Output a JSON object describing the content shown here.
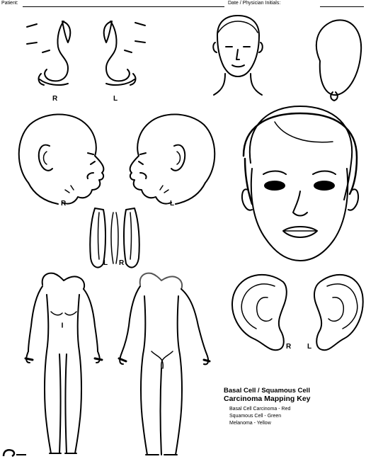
{
  "header": {
    "patient_label": "Patient:",
    "date_label": "Date / Physician Initials:"
  },
  "side_labels": {
    "right": "R",
    "left": "L"
  },
  "key": {
    "title": "Basal Cell / Squamous Cell",
    "subtitle": "Carcinoma Mapping Key",
    "entries": [
      "Basal Cell Carcinoma - Red",
      "Squamous Cell - Green",
      "Melanoma - Yellow"
    ]
  }
}
